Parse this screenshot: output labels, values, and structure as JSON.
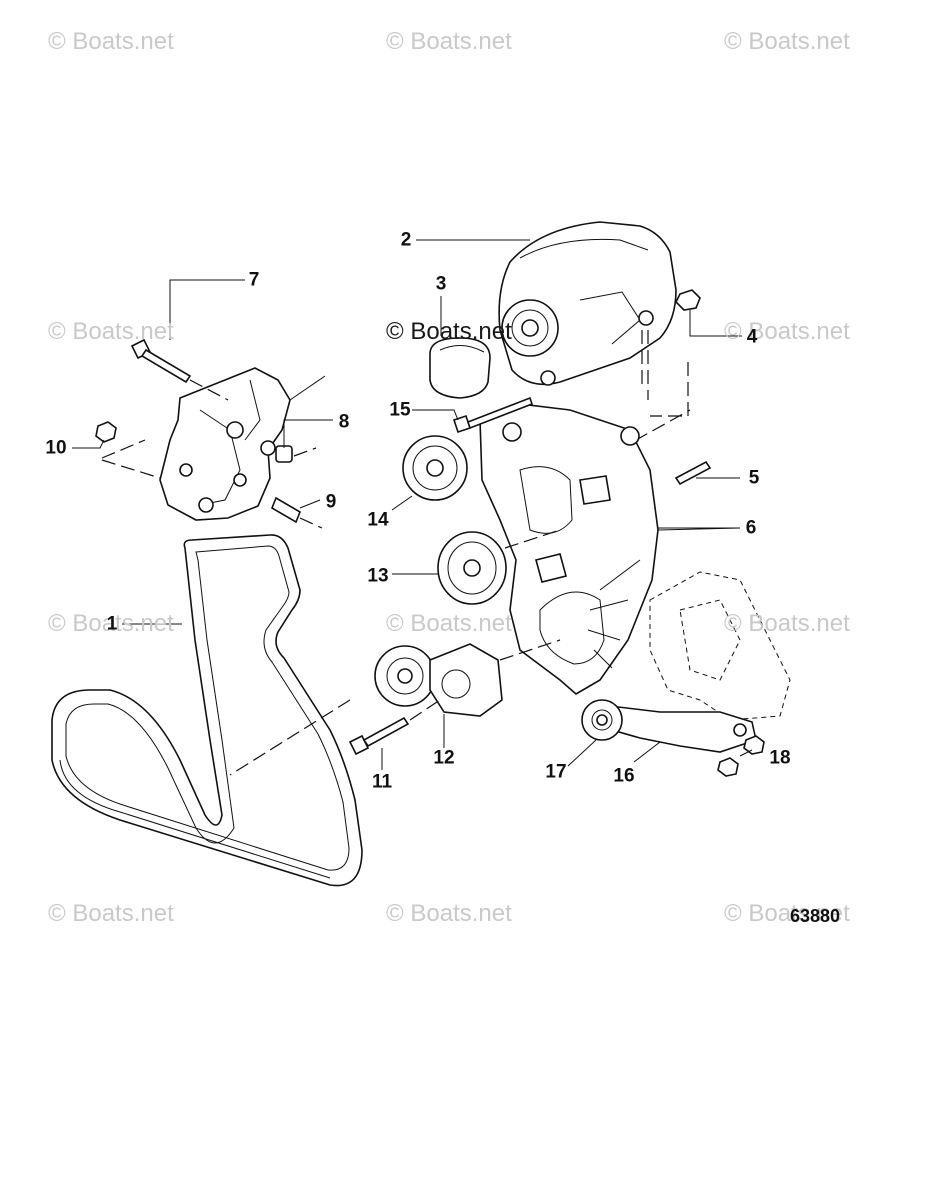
{
  "watermark": "© Boats.net",
  "figure_number": "63880",
  "callouts": [
    {
      "id": "1",
      "label": "1"
    },
    {
      "id": "2",
      "label": "2"
    },
    {
      "id": "3",
      "label": "3"
    },
    {
      "id": "4",
      "label": "4"
    },
    {
      "id": "5",
      "label": "5"
    },
    {
      "id": "6",
      "label": "6"
    },
    {
      "id": "7",
      "label": "7"
    },
    {
      "id": "8",
      "label": "8"
    },
    {
      "id": "9",
      "label": "9"
    },
    {
      "id": "10",
      "label": "10"
    },
    {
      "id": "11",
      "label": "11"
    },
    {
      "id": "12",
      "label": "12"
    },
    {
      "id": "13",
      "label": "13"
    },
    {
      "id": "14",
      "label": "14"
    },
    {
      "id": "15",
      "label": "15"
    },
    {
      "id": "16",
      "label": "16"
    },
    {
      "id": "17",
      "label": "17"
    },
    {
      "id": "18",
      "label": "18"
    }
  ]
}
